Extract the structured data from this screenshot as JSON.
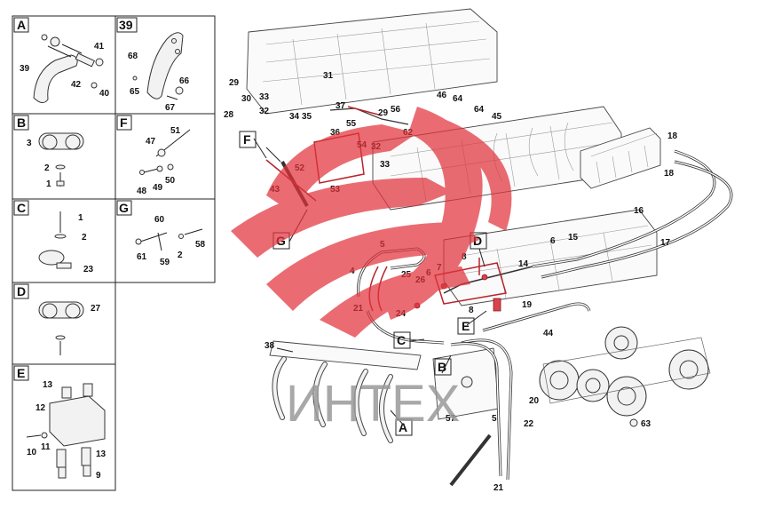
{
  "panels": [
    {
      "tag": "A",
      "callouts": [
        "39",
        "41",
        "42",
        "40"
      ]
    },
    {
      "tag": "39",
      "callouts": [
        "68",
        "66",
        "65",
        "67"
      ]
    },
    {
      "tag": "B",
      "callouts": [
        "3",
        "2",
        "1"
      ]
    },
    {
      "tag": "F",
      "callouts": [
        "51",
        "47",
        "48",
        "49",
        "50"
      ]
    },
    {
      "tag": "C",
      "callouts": [
        "1",
        "2",
        "23"
      ]
    },
    {
      "tag": "G",
      "callouts": [
        "60",
        "61",
        "59",
        "2",
        "58"
      ]
    },
    {
      "tag": "D",
      "callouts": [
        "27"
      ]
    },
    {
      "tag": "E",
      "callouts": [
        "13",
        "12",
        "10",
        "11",
        "13",
        "9"
      ]
    }
  ],
  "main_tags": [
    "F",
    "G",
    "D",
    "E",
    "C",
    "B",
    "A"
  ],
  "main_callouts": [
    "29",
    "30",
    "28",
    "33",
    "32",
    "31",
    "34",
    "35",
    "37",
    "46",
    "64",
    "64",
    "45",
    "29",
    "56",
    "36",
    "55",
    "54",
    "62",
    "32",
    "33",
    "52",
    "53",
    "43",
    "18",
    "18",
    "16",
    "17",
    "15",
    "14",
    "6",
    "5",
    "4",
    "25",
    "26",
    "6",
    "7",
    "8",
    "21",
    "24",
    "8",
    "19",
    "44",
    "38",
    "20",
    "5",
    "22",
    "57",
    "21",
    "63"
  ],
  "watermark": {
    "text": "ИНТЕХ",
    "color": "#e2343d"
  }
}
